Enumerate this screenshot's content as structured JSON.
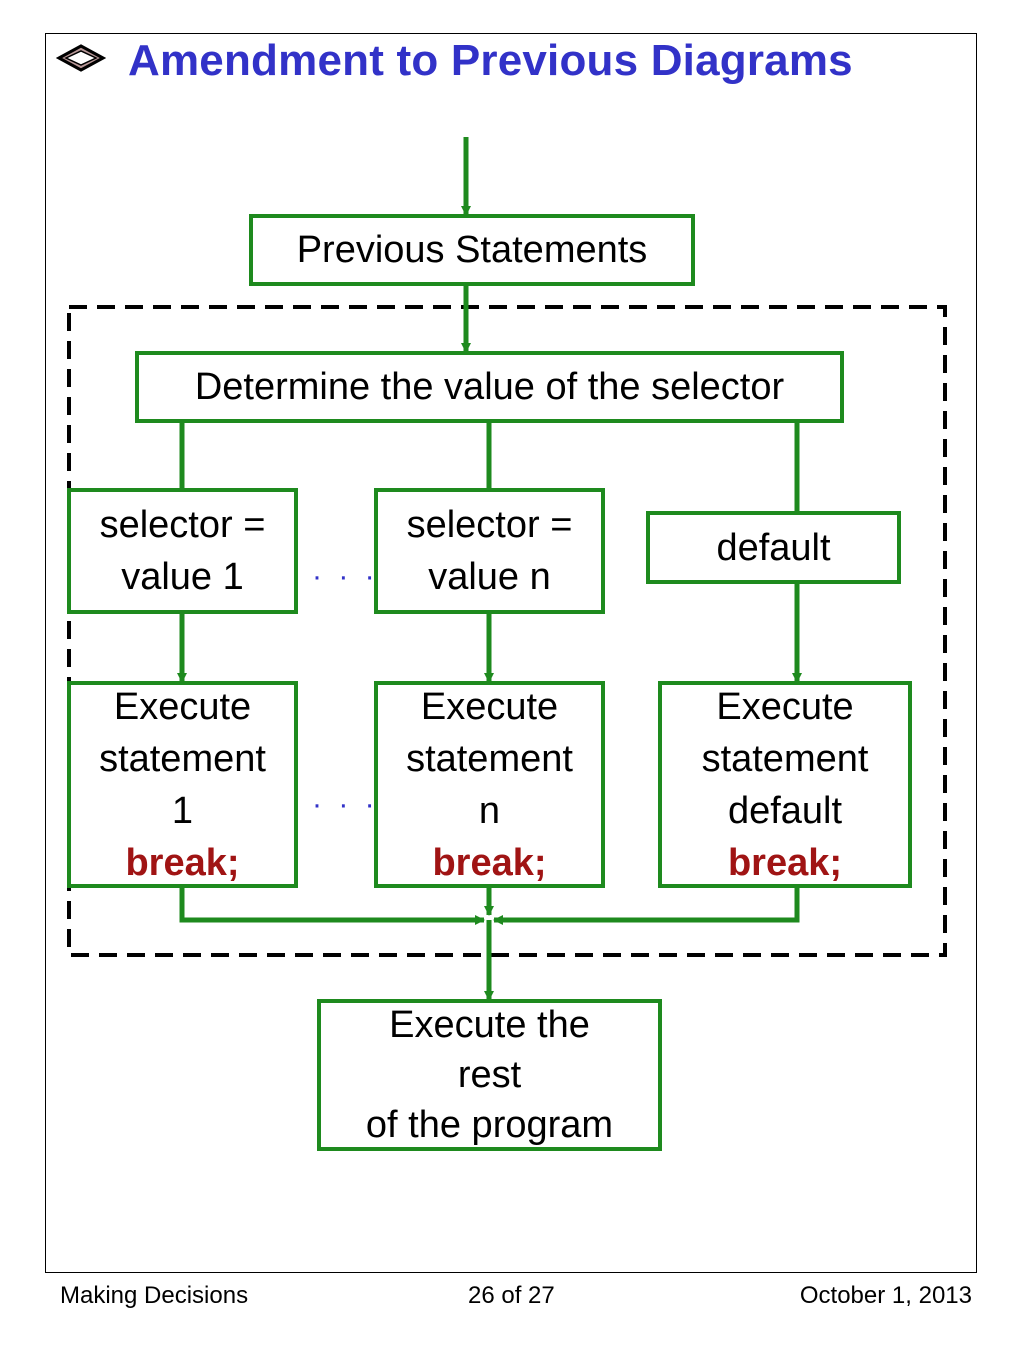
{
  "slide": {
    "title": "Amendment to Previous Diagrams"
  },
  "colors": {
    "title": "#3232c8",
    "box_border": "#1e8a1e",
    "arrow": "#1e8a1e",
    "break_keyword": "#a01414",
    "dots": "#3232c8"
  },
  "icons": {
    "bullet": "diamond-bullet-icon"
  },
  "diagram": {
    "previous": "Previous Statements",
    "determine": "Determine the value of the selector",
    "case1": [
      "selector =",
      "value 1"
    ],
    "casen": [
      "selector =",
      "value n"
    ],
    "default_case": "default",
    "exec1": [
      "Execute",
      "statement",
      "1"
    ],
    "execn": [
      "Execute",
      "statement",
      "n"
    ],
    "execdef": [
      "Execute",
      "statement",
      "default"
    ],
    "break_label": "break;",
    "ellipsis": "· · ·",
    "rest": [
      "Execute the",
      "rest",
      "of the program"
    ]
  },
  "footer": {
    "left": "Making Decisions",
    "center": "26 of 27",
    "right": "October 1, 2013"
  }
}
